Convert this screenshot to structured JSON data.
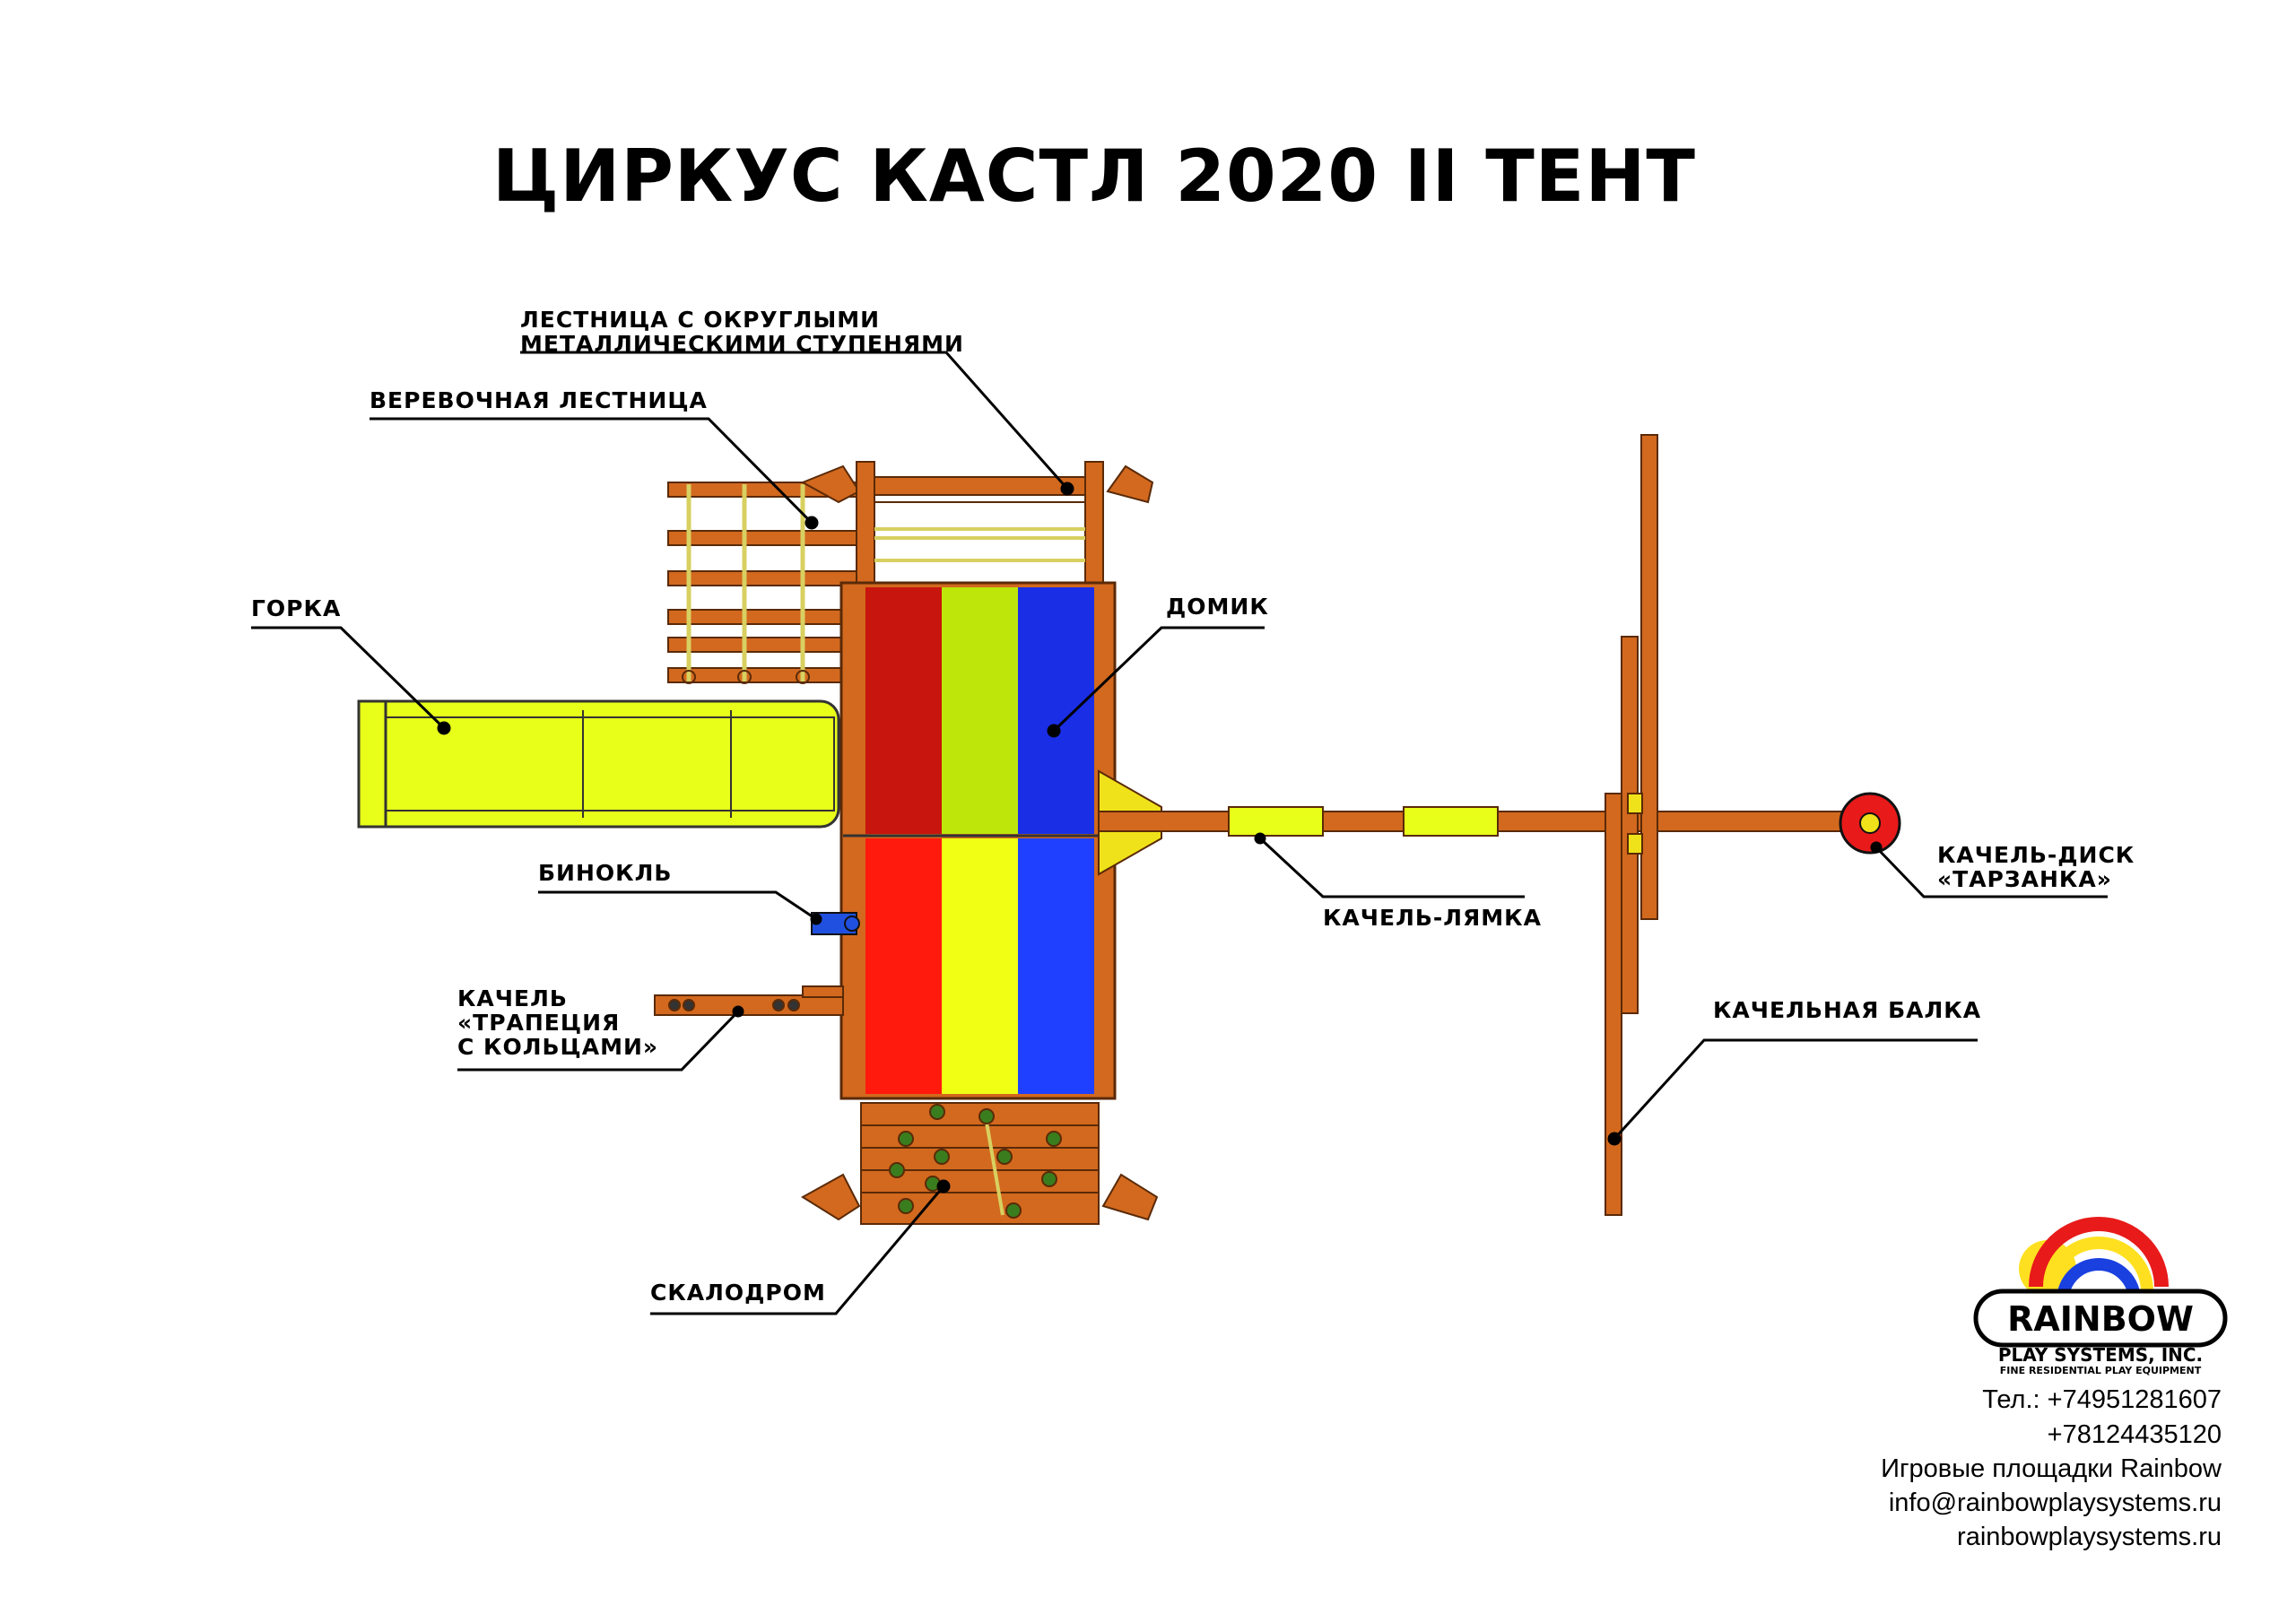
{
  "title": "ЦИРКУС КАСТЛ 2020 II ТЕНТ",
  "labels": {
    "ladder_line1": "ЛЕСТНИЦА С ОКРУГЛЫМИ",
    "ladder_line2": "МЕТАЛЛИЧЕСКИМИ СТУПЕНЯМИ",
    "rope_ladder": "ВЕРЕВОЧНАЯ ЛЕСТНИЦА",
    "slide": "ГОРКА",
    "house": "ДОМИК",
    "binoculars": "БИНОКЛЬ",
    "trapeze_line1": "КАЧЕЛЬ",
    "trapeze_line2": "«ТРАПЕЦИЯ",
    "trapeze_line3": "С КОЛЬЦАМИ»",
    "belt_swing": "КАЧЕЛЬ-ЛЯМКА",
    "disc_swing_line1": "КАЧЕЛЬ-ДИСК",
    "disc_swing_line2": "«ТАРЗАНКА»",
    "swing_beam": "КАЧЕЛЬНАЯ БАЛКА",
    "climbing_wall": "СКАЛОДРОМ"
  },
  "logo": {
    "brand": "RAINBOW",
    "line2": "PLAY SYSTEMS, INC.",
    "line3": "FINE RESIDENTIAL PLAY EQUIPMENT"
  },
  "contacts": {
    "phone1": "Тел.: +74951281607",
    "phone2": "+78124435120",
    "company": "Игровые площадки Rainbow",
    "email": "info@rainbowplaysystems.ru",
    "site": "rainbowplaysystems.ru"
  },
  "colors": {
    "wood": "#D2691E",
    "wood_dark": "#8B3A0E",
    "slide": "#E8FF1A",
    "tent_red_dark": "#C8150D",
    "tent_green": "#BEE60A",
    "tent_blue_dark": "#1A2EE6",
    "tent_red": "#FF1A0D",
    "tent_yellow": "#F0FF14",
    "tent_blue": "#1F40FF",
    "disc": "#E81A1A",
    "binoculars": "#2050E0",
    "holds": "#3A7D1E"
  }
}
